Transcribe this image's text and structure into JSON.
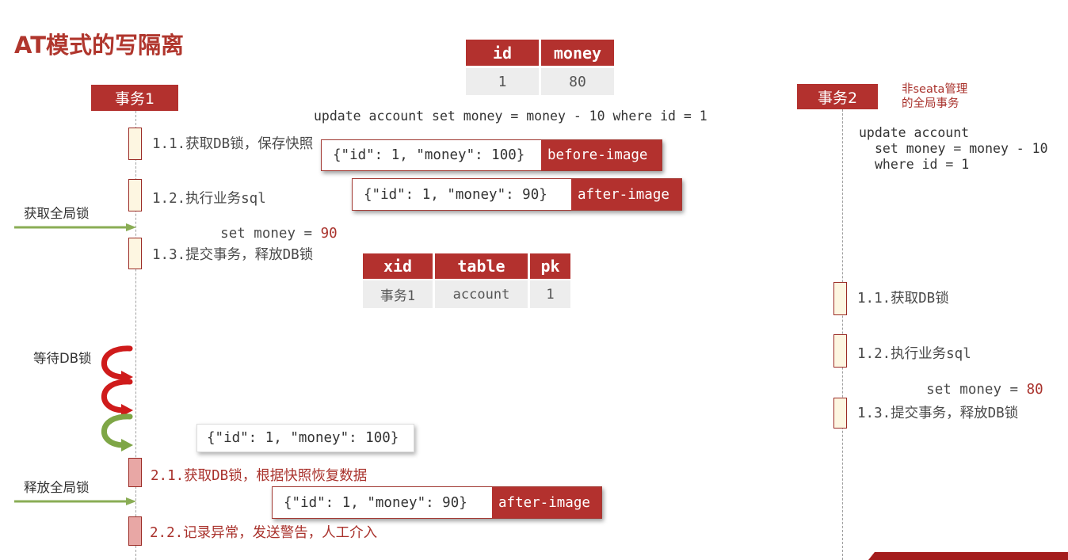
{
  "slide": {
    "title": "AT模式的写隔离"
  },
  "colors": {
    "accent_red": "#b3312e",
    "title_red": "#b0362d",
    "highlight_red": "#a9322c",
    "row_gray": "#ededed",
    "arrow_green": "#8aad55",
    "loop_red": "#cf1b1b",
    "loop_green": "#7ea646",
    "activation_cream": "#fdf6e1",
    "activation_pink": "#e8a7a5",
    "banner_red": "#a41d1d"
  },
  "icons": {
    "wait_loops": [
      "red-loop-arrow-icon",
      "red-loop-arrow-icon",
      "green-loop-arrow-icon"
    ],
    "global_lock_arrows": [
      "green-right-arrow-icon",
      "green-right-arrow-icon"
    ]
  },
  "account_table": {
    "headers": [
      "id",
      "money"
    ],
    "rows": [
      [
        "1",
        "80"
      ]
    ]
  },
  "sql_statement": "update account set money = money - 10 where id = 1",
  "transaction_1": {
    "label": "事务1",
    "steps": [
      "1.1.获取DB锁，保存快照",
      "1.2.执行业务sql",
      "1.3.提交事务，释放DB锁",
      "2.1.获取DB锁，根据快照恢复数据",
      "2.2.记录异常，发送警告，人工介入"
    ],
    "sql_prefix": "set money = ",
    "sql_value": "90",
    "acquire_global_lock": "获取全局锁",
    "wait_db_lock": "等待DB锁",
    "release_global_lock": "释放全局锁"
  },
  "undo_log": {
    "before_image": {
      "json": "{\"id\": 1, \"money\": 100}",
      "tag": "before-image"
    },
    "after_image": {
      "json": "{\"id\": 1, \"money\": 90}",
      "tag": "after-image"
    }
  },
  "global_lock_table": {
    "headers": [
      "xid",
      "table",
      "pk"
    ],
    "rows": [
      [
        "事务1",
        "account",
        "1"
      ]
    ]
  },
  "rollback": {
    "restored_data": "{\"id\": 1, \"money\": 100}",
    "after_image": {
      "json": "{\"id\": 1, \"money\": 90}",
      "tag": "after-image"
    }
  },
  "transaction_2": {
    "label": "事务2",
    "note": [
      "非seata管理",
      "的全局事务"
    ],
    "sql_lines": [
      "update account",
      "set money = money - 10",
      "where id = 1"
    ],
    "steps": [
      "1.1.获取DB锁",
      "1.2.执行业务sql",
      "1.3.提交事务，释放DB锁"
    ],
    "sql_prefix": "set money = ",
    "sql_value": "80"
  }
}
